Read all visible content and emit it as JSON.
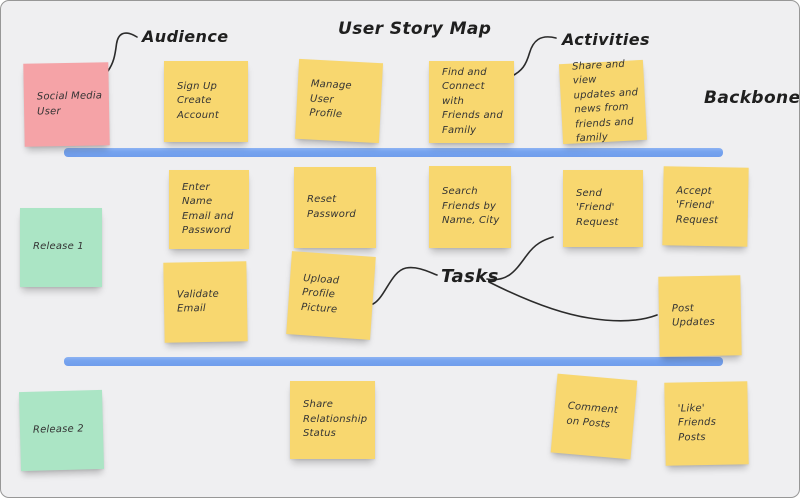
{
  "title": "User Story Map",
  "labels": {
    "audience": "Audience",
    "activities": "Activities",
    "backbone": "Backbone",
    "tasks": "Tasks"
  },
  "palette": {
    "board_background": "#efeff1",
    "board_border": "#979797",
    "note_yellow": "#f8d76f",
    "note_pink": "#f5a3a7",
    "note_green": "#abe5c5",
    "backbone_bar_blue": "#76a3ef",
    "ink": "#2b2b2b"
  },
  "notes": {
    "social_media_user": {
      "text": "Social Media\nUser",
      "color": "pink"
    },
    "sign_up": {
      "text": "Sign Up\nCreate Account",
      "color": "yellow"
    },
    "manage_profile": {
      "text": "Manage User\nProfile",
      "color": "yellow"
    },
    "find_connect": {
      "text": "Find and\nConnect with\nFriends and\nFamily",
      "color": "yellow"
    },
    "share_view": {
      "text": "Share and view\nupdates and\nnews from\nfriends and\nfamily",
      "color": "yellow"
    },
    "release_1": {
      "text": "Release 1",
      "color": "green"
    },
    "enter_name": {
      "text": "Enter Name\nEmail and\nPassword",
      "color": "yellow"
    },
    "reset_password": {
      "text": "Reset\nPassword",
      "color": "yellow"
    },
    "search_friends": {
      "text": "Search\nFriends by\nName, City",
      "color": "yellow"
    },
    "send_request": {
      "text": "Send\n'Friend'\nRequest",
      "color": "yellow"
    },
    "accept_request": {
      "text": "Accept\n'Friend'\nRequest",
      "color": "yellow"
    },
    "validate_email": {
      "text": "Validate\nEmail",
      "color": "yellow"
    },
    "upload_picture": {
      "text": "Upload\nProfile\nPicture",
      "color": "yellow"
    },
    "post_updates": {
      "text": "Post Updates",
      "color": "yellow"
    },
    "release_2": {
      "text": "Release 2",
      "color": "green"
    },
    "share_relationship": {
      "text": "Share\nRelationship\nStatus",
      "color": "yellow"
    },
    "comment_posts": {
      "text": "Comment\non Posts",
      "color": "yellow"
    },
    "like_posts": {
      "text": "'Like'\nFriends\nPosts",
      "color": "yellow"
    }
  }
}
